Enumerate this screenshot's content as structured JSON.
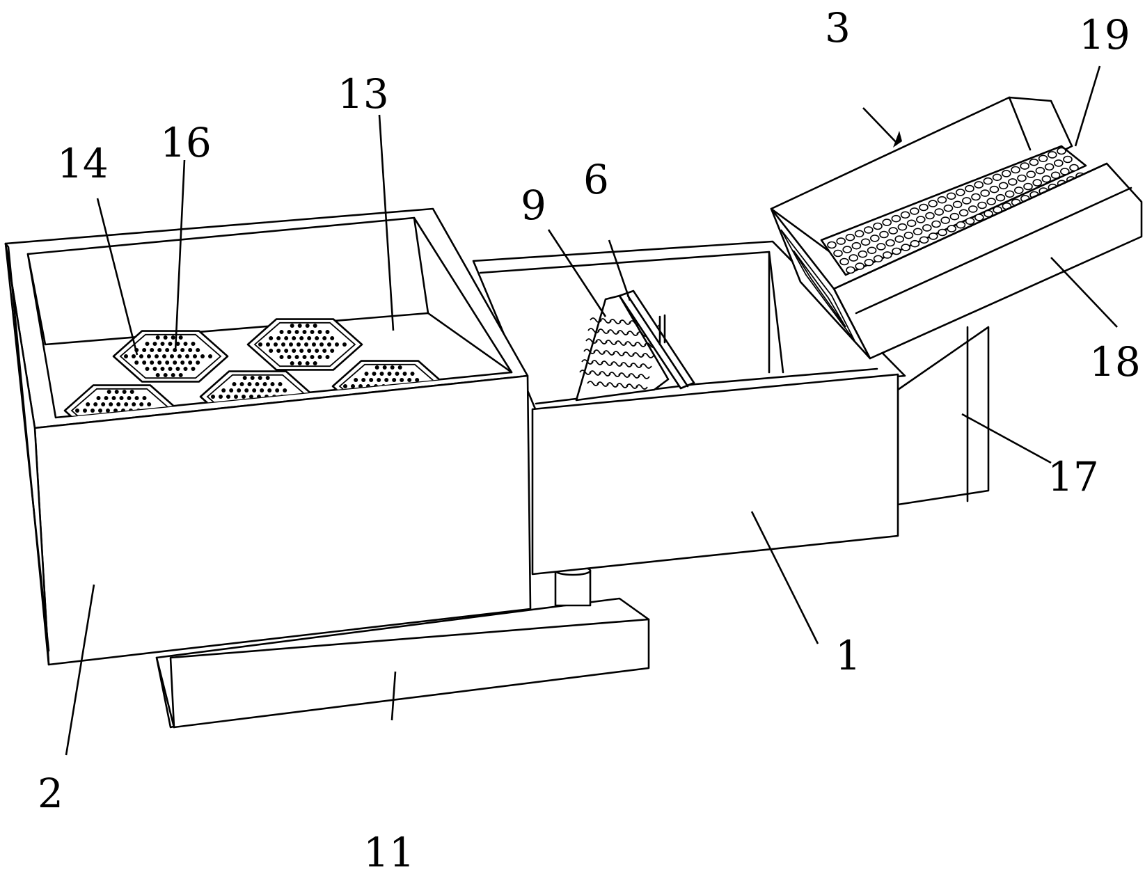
{
  "labels": {
    "l1": "1",
    "l2": "2",
    "l3": "3",
    "l6": "6",
    "l9": "9",
    "l11": "11",
    "l13": "13",
    "l14": "14",
    "l16": "16",
    "l17": "17",
    "l18": "18",
    "l19": "19"
  }
}
